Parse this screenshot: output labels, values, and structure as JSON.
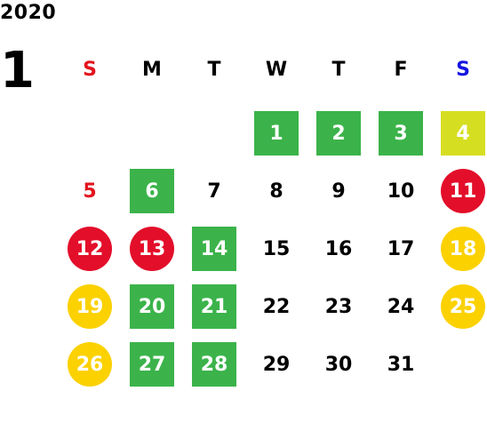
{
  "year": "2020",
  "month": "1",
  "weekdays": [
    {
      "label": "S",
      "color": "#e3141e"
    },
    {
      "label": "M",
      "color": "#000000"
    },
    {
      "label": "T",
      "color": "#000000"
    },
    {
      "label": "W",
      "color": "#000000"
    },
    {
      "label": "T",
      "color": "#000000"
    },
    {
      "label": "F",
      "color": "#000000"
    },
    {
      "label": "S",
      "color": "#1414e0"
    }
  ],
  "first_weekday_index": 3,
  "days": [
    {
      "day": "1",
      "style": "green"
    },
    {
      "day": "2",
      "style": "green"
    },
    {
      "day": "3",
      "style": "green"
    },
    {
      "day": "4",
      "style": "lime"
    },
    {
      "day": "5",
      "style": "plain-red"
    },
    {
      "day": "6",
      "style": "green"
    },
    {
      "day": "7",
      "style": "plain"
    },
    {
      "day": "8",
      "style": "plain"
    },
    {
      "day": "9",
      "style": "plain"
    },
    {
      "day": "10",
      "style": "plain"
    },
    {
      "day": "11",
      "style": "red"
    },
    {
      "day": "12",
      "style": "red"
    },
    {
      "day": "13",
      "style": "red"
    },
    {
      "day": "14",
      "style": "green"
    },
    {
      "day": "15",
      "style": "plain"
    },
    {
      "day": "16",
      "style": "plain"
    },
    {
      "day": "17",
      "style": "plain"
    },
    {
      "day": "18",
      "style": "gold"
    },
    {
      "day": "19",
      "style": "gold"
    },
    {
      "day": "20",
      "style": "green"
    },
    {
      "day": "21",
      "style": "green"
    },
    {
      "day": "22",
      "style": "plain"
    },
    {
      "day": "23",
      "style": "plain"
    },
    {
      "day": "24",
      "style": "plain"
    },
    {
      "day": "25",
      "style": "gold"
    },
    {
      "day": "26",
      "style": "gold"
    },
    {
      "day": "27",
      "style": "green"
    },
    {
      "day": "28",
      "style": "green"
    },
    {
      "day": "29",
      "style": "plain"
    },
    {
      "day": "30",
      "style": "plain"
    },
    {
      "day": "31",
      "style": "plain"
    }
  ],
  "colors": {
    "green": "#3bb34a",
    "lime": "#d6de22",
    "red": "#e30e2a",
    "gold": "#fbd100",
    "sunday_text": "#e3141e",
    "saturday_text": "#1414e0"
  }
}
